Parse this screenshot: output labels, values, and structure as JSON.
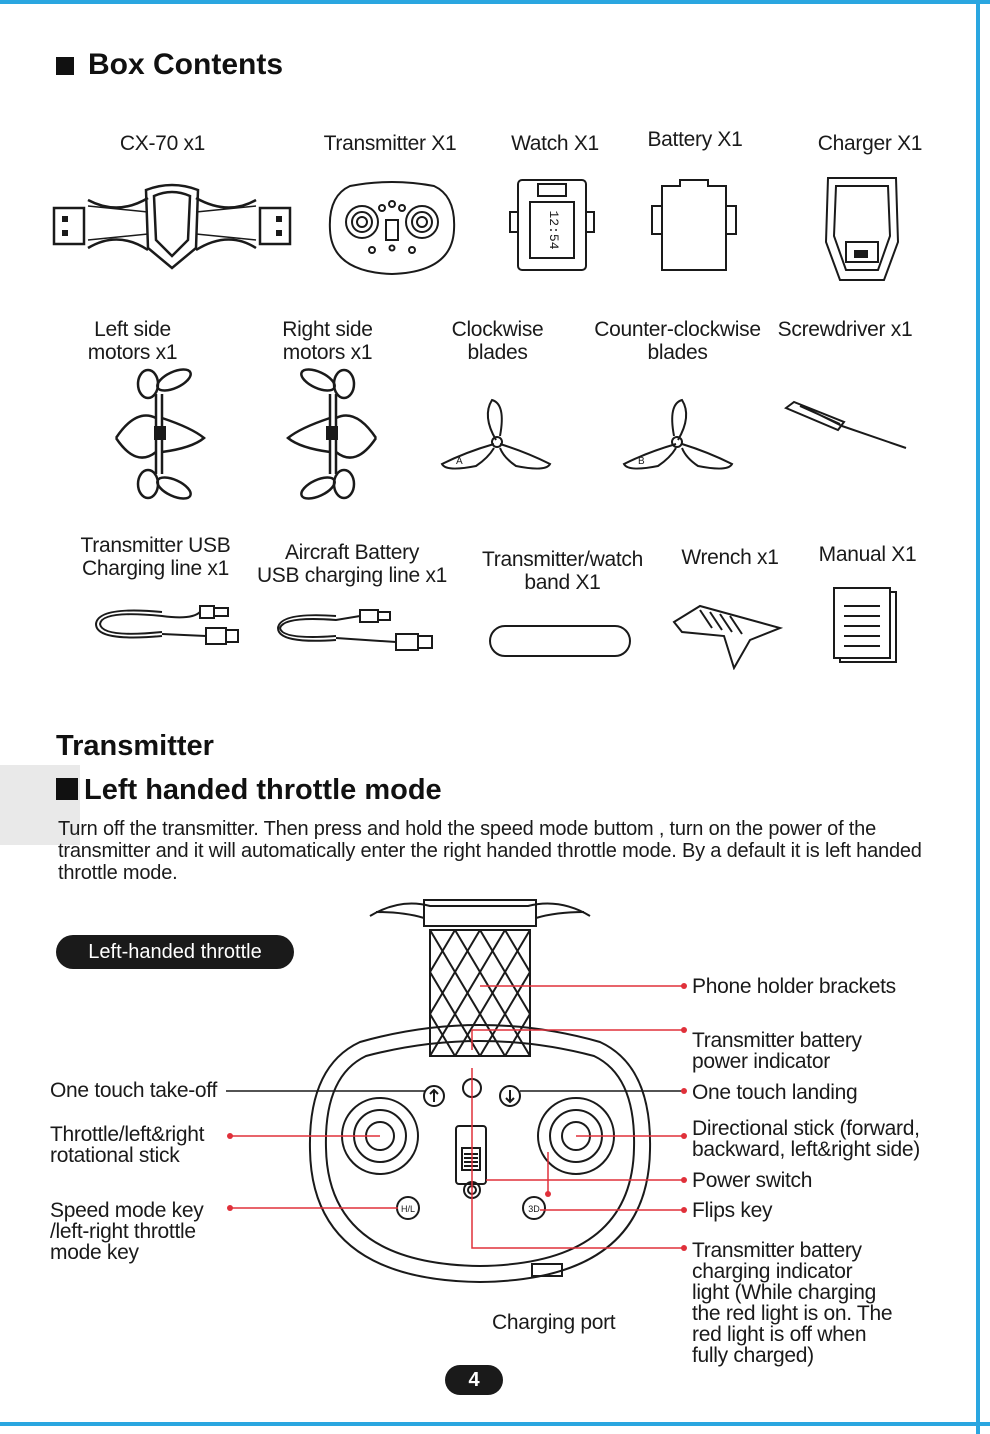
{
  "heading_box_contents": "Box Contents",
  "items_row1": [
    {
      "label": "CX-70 x1"
    },
    {
      "label": "Transmitter X1"
    },
    {
      "label": "Watch X1"
    },
    {
      "label": "Battery X1"
    },
    {
      "label": "Charger X1"
    }
  ],
  "items_row2": [
    {
      "label": "Left side\nmotors x1"
    },
    {
      "label": "Right side\nmotors x1"
    },
    {
      "label": "Clockwise\nblades"
    },
    {
      "label": "Counter-clockwise\nblades"
    },
    {
      "label": "Screwdriver x1"
    }
  ],
  "items_row3": [
    {
      "label": "Transmitter USB\nCharging line x1"
    },
    {
      "label": "Aircraft Battery\nUSB charging line x1"
    },
    {
      "label": "Transmitter/watch\nband X1"
    },
    {
      "label": "Wrench x1"
    },
    {
      "label": "Manual X1"
    }
  ],
  "watch_display": "12:54",
  "blade_marks": {
    "clockwise": "A",
    "counter_clockwise": "B"
  },
  "heading_transmitter": "Transmitter",
  "heading_mode": "Left handed throttle mode",
  "paragraph": "Turn off the transmitter. Then press and hold the speed mode buttom , turn on the power of the transmitter and it will automatically enter the right handed throttle mode. By a default it is left handed throttle mode.",
  "pill_label": "Left-handed throttle",
  "controller_keys": {
    "speed": "H/L",
    "flip": "3D"
  },
  "callouts_left": {
    "takeoff": "One touch take-off",
    "throttle": "Throttle/left&right\nrotational stick",
    "speed": "Speed mode key\n/left-right throttle\nmode key"
  },
  "callouts_right": {
    "phone_holder": "Phone holder brackets",
    "battery_indicator": "Transmitter battery\npower indicator",
    "landing": "One touch landing",
    "directional": "Directional stick (forward,\nbackward, left&right side)",
    "power": "Power switch",
    "flips": "Flips key",
    "charging": "Transmitter battery\ncharging indicator\nlight (While charging\nthe red light is on. The\nred light is off when\nfully charged)"
  },
  "callout_bottom": "Charging port",
  "page_number": "4",
  "colors": {
    "frame": "#2aa6e0",
    "callout_line": "#e0303a",
    "ink": "#1a1a1a"
  }
}
